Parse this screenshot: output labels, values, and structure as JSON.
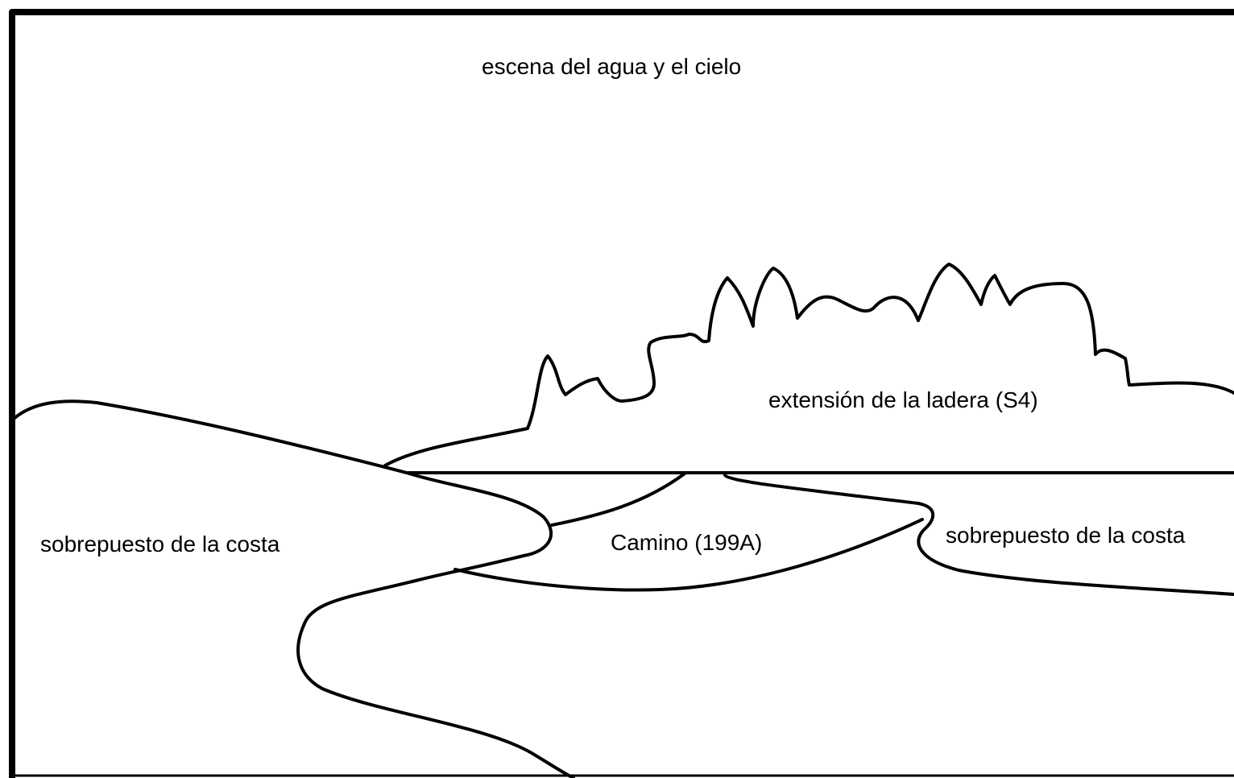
{
  "labels": {
    "sky": "escena del agua y el cielo",
    "hill": "extensión de la ladera (S4)",
    "coast_left": "sobrepuesto de la costa",
    "road": "Camino (199A)",
    "coast_right": "sobrepuesto de la costa"
  },
  "colors": {
    "line": "#000000",
    "background": "#ffffff"
  }
}
